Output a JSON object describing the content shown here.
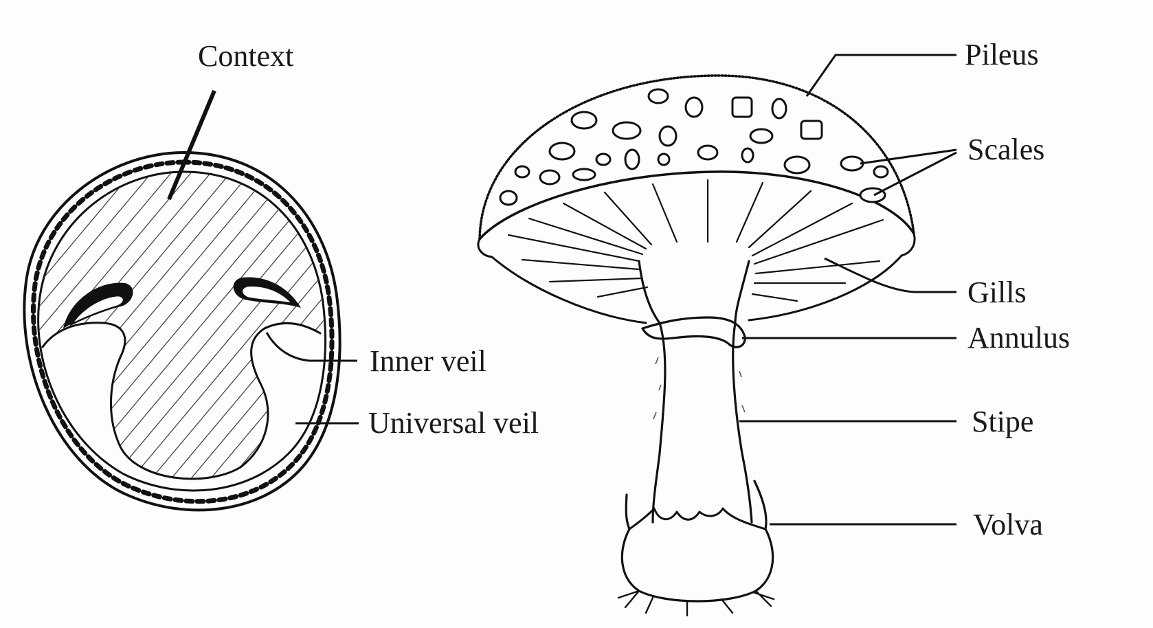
{
  "button_section": {
    "left_labels": {
      "context": "Context",
      "inner_veil": "Inner veil",
      "universal_veil": "Universal veil"
    },
    "right_labels": {
      "pileus": "Pileus",
      "scales": "Scales",
      "gills": "Gills",
      "annulus": "Annulus",
      "stipe": "Stipe",
      "volva": "Volva"
    }
  },
  "colors": {
    "ink": "#111111",
    "background": "#fdfdfd"
  }
}
